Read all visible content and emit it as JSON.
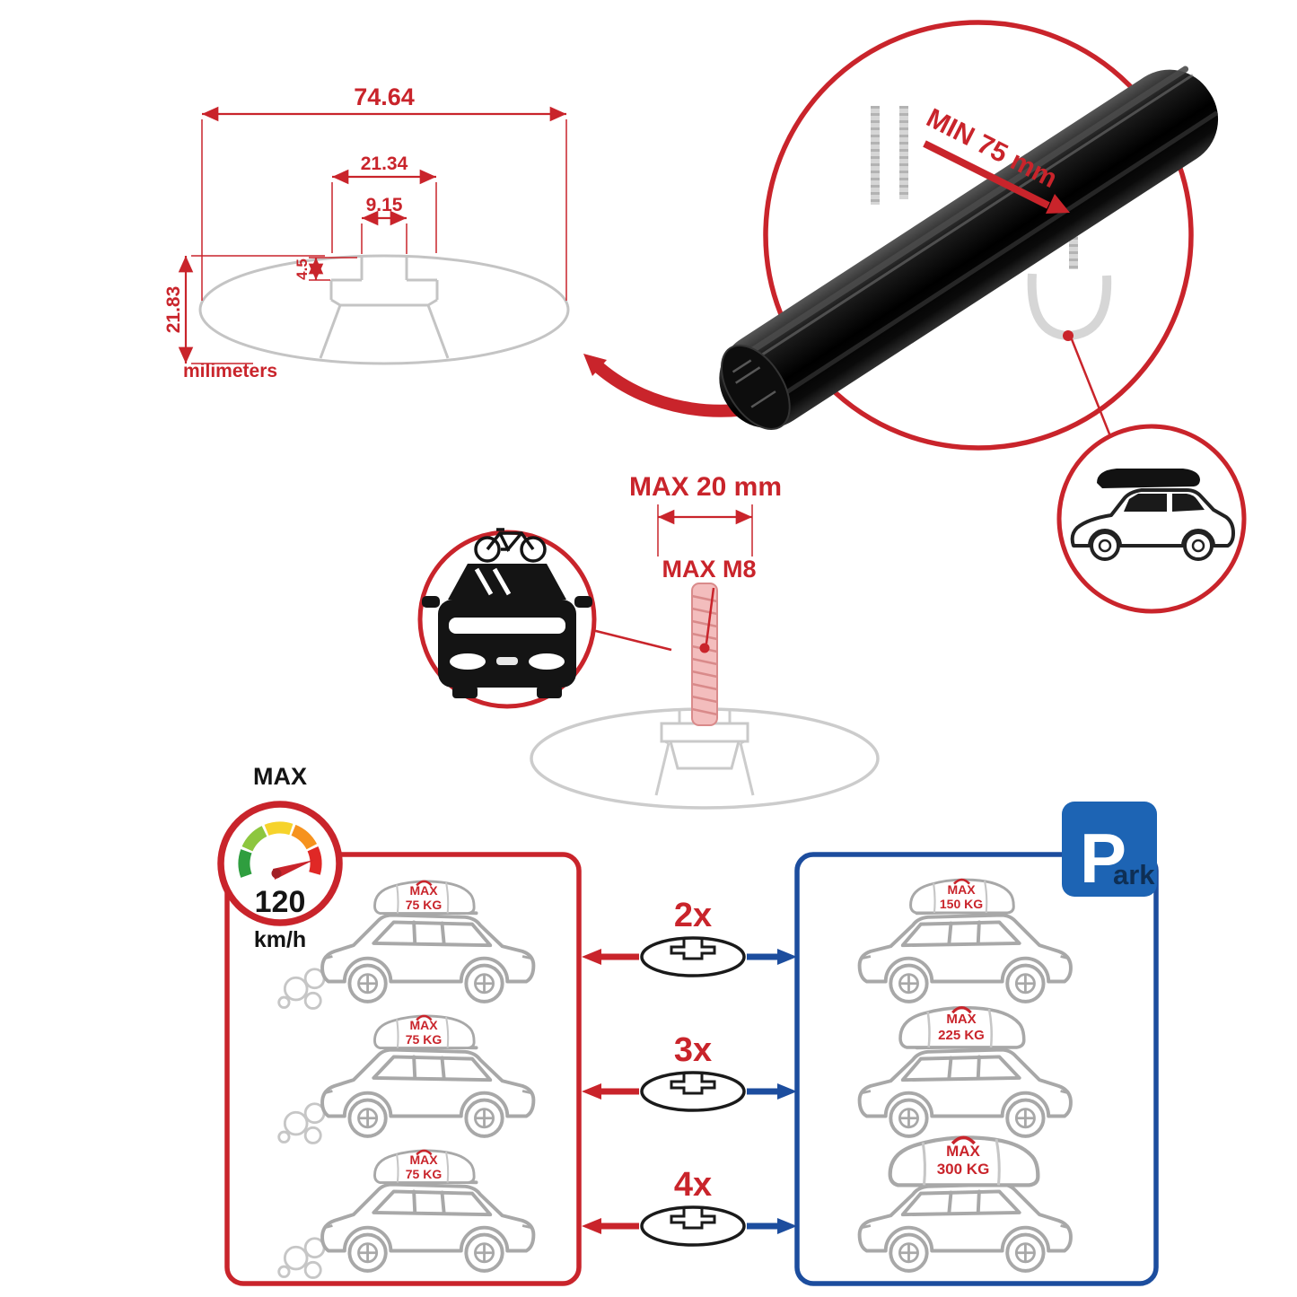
{
  "colors": {
    "accent_red": "#c9242b",
    "panel_blue": "#1c4d9e",
    "sign_blue": "#1d64b4",
    "sketch_gray": "#c4c4c4",
    "bar_black": "#0d0d0d"
  },
  "profile_dimensions": {
    "total_width": "74.64",
    "channel_width": "21.34",
    "slot_width": "9.15",
    "slot_depth": "4.5",
    "total_height": "21.83",
    "units_label": "milimeters"
  },
  "clamp_detail": {
    "min_span_label": "MIN 75 mm"
  },
  "bolt_detail": {
    "max_length_label": "MAX 20 mm",
    "max_thread_label": "MAX M8"
  },
  "speed_limit": {
    "heading": "MAX",
    "value": "120",
    "unit": "km/h"
  },
  "park_sign": {
    "letter": "P",
    "suffix": "ark"
  },
  "load_panels": {
    "driving": {
      "rows": [
        {
          "max_label": "MAX",
          "weight": "75 KG"
        },
        {
          "max_label": "MAX",
          "weight": "75 KG"
        },
        {
          "max_label": "MAX",
          "weight": "75 KG"
        }
      ]
    },
    "multipliers": [
      {
        "count": "2x"
      },
      {
        "count": "3x"
      },
      {
        "count": "4x"
      }
    ],
    "parked": {
      "rows": [
        {
          "max_label": "MAX",
          "weight": "150 KG"
        },
        {
          "max_label": "MAX",
          "weight": "225 KG"
        },
        {
          "max_label": "MAX",
          "weight": "300 KG"
        }
      ]
    }
  }
}
